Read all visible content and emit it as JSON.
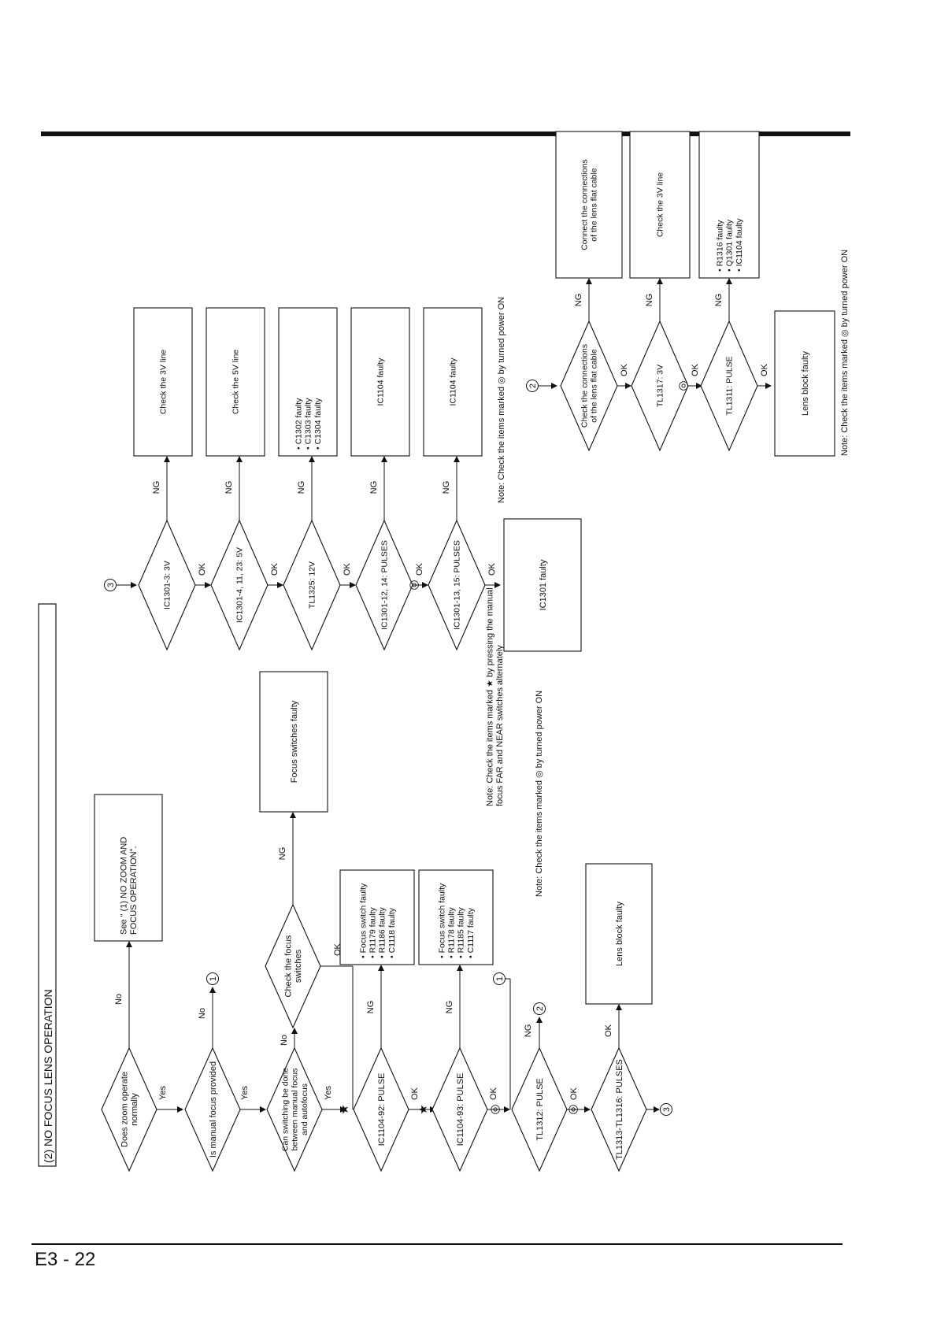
{
  "page_number": "E3 - 22",
  "section_title": "(2) NO FOCUS LENS OPERATION",
  "labels": {
    "yes": "Yes",
    "no": "No",
    "ok": "OK",
    "ng": "NG"
  },
  "connectors": {
    "c1": "1",
    "c2": "2",
    "c3": "3"
  },
  "marks": {
    "star": "★",
    "double_circle": "◎"
  },
  "main_flow": {
    "d_zoom": [
      "Does zoom operate",
      "normally"
    ],
    "b_see": [
      "See \" (1) NO ZOOM AND",
      "FOCUS OPERATION\"."
    ],
    "d_manual": [
      "Is manual focus provided"
    ],
    "d_switching": [
      "Can switching be done",
      "between manual focus",
      "and autofocus"
    ],
    "d_check_switches": [
      "Check the focus",
      "switches"
    ],
    "b_switches_faulty": [
      "Focus switches faulty"
    ],
    "d_ic1104_92": [
      "IC1104-92: PULSE"
    ],
    "b_92_faulty": [
      "• Focus switch faulty",
      "• R1179 faulty",
      "• R1186 faulty",
      "• C1118 faulty"
    ],
    "d_ic1104_93": [
      "IC1104-93: PULSE"
    ],
    "b_93_faulty": [
      "• Focus switch faulty",
      "• R1178 faulty",
      "• R1185 faulty",
      "• C1117 faulty"
    ],
    "d_tl1312": [
      "TL1312: PULSE"
    ],
    "d_tl1313": [
      "TL1313-TL1316: PULSES"
    ],
    "b_lens_block_1": [
      "Lens block faulty"
    ],
    "note_star": [
      "Note: Check the items marked ★ by pressing the manual",
      "focus FAR and NEAR switches alternately"
    ],
    "note_circle_1": [
      "Note: Check the items marked ◎ by turned power ON"
    ]
  },
  "flow_3": {
    "d_ic1301_3": [
      "IC1301-3: 3V"
    ],
    "b_3v_line": [
      "Check the 3V line"
    ],
    "d_ic1301_4": [
      "IC1301-4, 11, 23: 5V"
    ],
    "b_5v_line": [
      "Check the 5V line"
    ],
    "d_tl1325": [
      "TL1325: 12V"
    ],
    "b_c1302": [
      "• C1302 faulty",
      "• C1303 faulty",
      "• C1304 faulty"
    ],
    "d_ic1301_12": [
      "IC1301-12, 14: PULSES"
    ],
    "b_ic1104_a": [
      "IC1104 faulty"
    ],
    "d_ic1301_13": [
      "IC1301-13, 15: PULSES"
    ],
    "b_ic1104_b": [
      "IC1104 faulty"
    ],
    "b_ic1301_faulty": [
      "IC1301 faulty"
    ],
    "note_circle_2": [
      "Note: Check the items marked ◎ by turned power ON"
    ]
  },
  "flow_2": {
    "d_connections": [
      "Check the connections",
      "of the lens flat cable"
    ],
    "b_connect": [
      "Connect the connections",
      "of the lens flat cable"
    ],
    "d_tl1317": [
      "TL1317: 3V"
    ],
    "b_3v_line_2": [
      "Check the 3V line"
    ],
    "d_tl1311": [
      "TL1311: PULSE"
    ],
    "b_r1316": [
      "• R1316 faulty",
      "• Q1301 faulty",
      "• IC1104 faulty"
    ],
    "b_lens_block_2": [
      "Lens block faulty"
    ],
    "note_circle_3": [
      "Note: Check the items marked ◎ by turned power ON"
    ]
  }
}
